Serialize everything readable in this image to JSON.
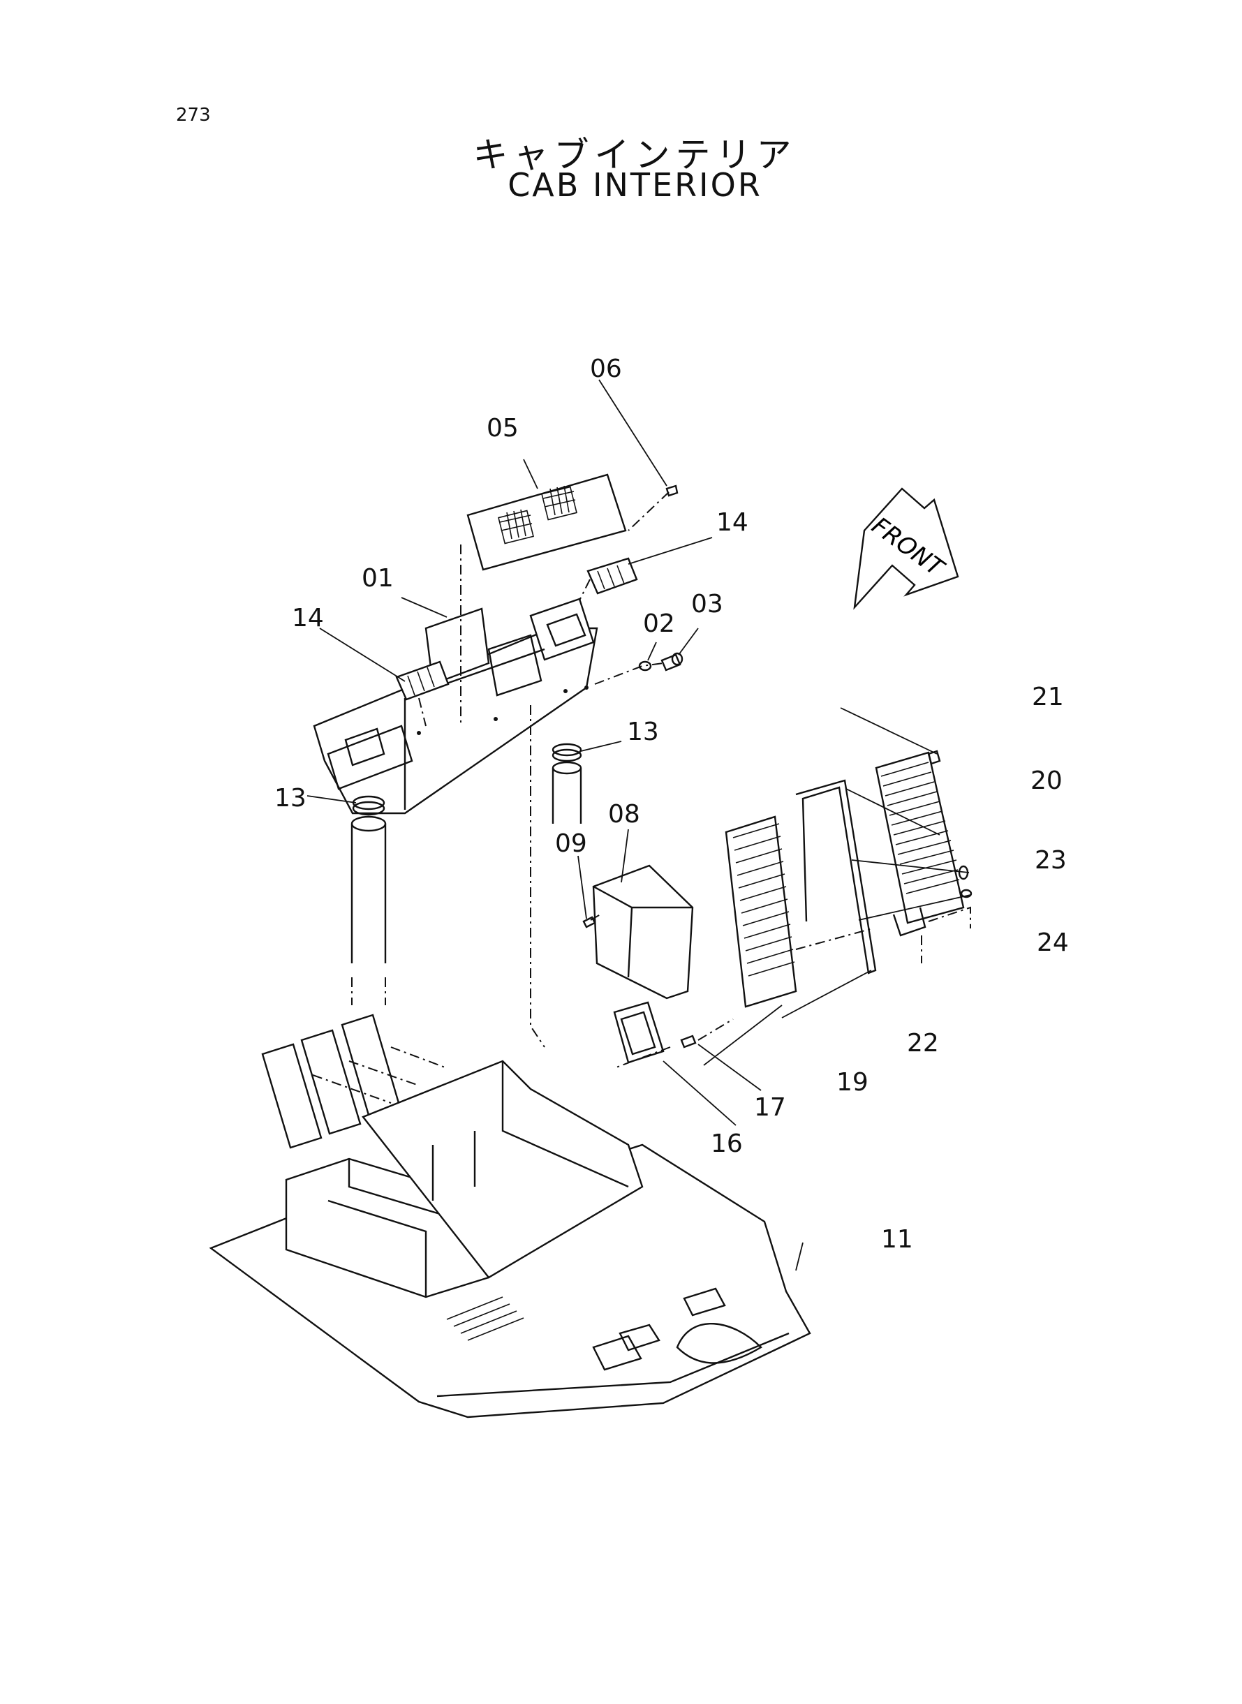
{
  "page_number": "273",
  "title_japanese": "キャブインテリア",
  "title_english": "CAB INTERIOR",
  "direction_arrow_label": "FRONT",
  "callouts": {
    "c01": "01",
    "c02": "02",
    "c03": "03",
    "c05": "05",
    "c06": "06",
    "c08": "08",
    "c09": "09",
    "c11": "11",
    "c13a": "13",
    "c13b": "13",
    "c14a": "14",
    "c14b": "14",
    "c16": "16",
    "c17": "17",
    "c19": "19",
    "c20": "20",
    "c21": "21",
    "c22": "22",
    "c23": "23",
    "c24": "24"
  }
}
